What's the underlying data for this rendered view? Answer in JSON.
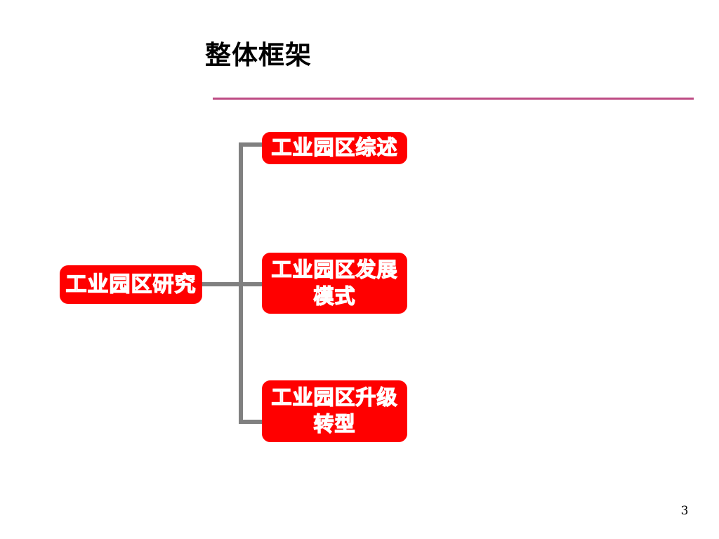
{
  "slide": {
    "title": "整体框架",
    "page_number": "3",
    "colors": {
      "node_red": "#ff0000",
      "connector_gray": "#808080",
      "divider_magenta": "#be4b84",
      "title_black": "#000000",
      "node_text_outline": "#ffffff",
      "background": "#ffffff"
    },
    "diagram": {
      "root": {
        "label": "工业园区研究"
      },
      "children": [
        {
          "label": "工业园区综述"
        },
        {
          "label": "工业园区发展模式"
        },
        {
          "label": "工业园区升级转型"
        }
      ]
    }
  }
}
